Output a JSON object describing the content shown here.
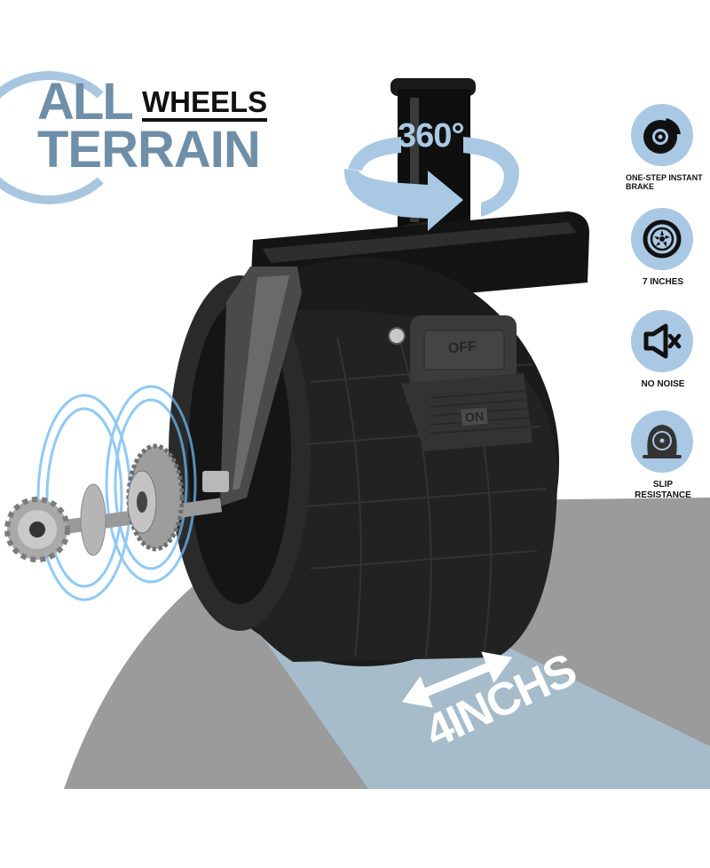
{
  "headline": {
    "line1": "ALL",
    "wheels": "WHEELS",
    "line2": "TERRAIN"
  },
  "rotation_badge": {
    "label": "360°",
    "icon": "rotation-arrow-icon"
  },
  "brake_pedal": {
    "off_label": "OFF",
    "on_label": "ON"
  },
  "features": [
    {
      "icon": "brake-disc-icon",
      "label": "ONE-STEP INSTANT BRAKE"
    },
    {
      "icon": "wheel-icon",
      "label": "7 INCHES"
    },
    {
      "icon": "mute-speaker-icon",
      "label": "NO NOISE"
    },
    {
      "icon": "tire-grip-icon",
      "label": "SLIP RESISTANCE"
    }
  ],
  "width_callout": {
    "label": "4INCHS",
    "icon": "double-arrow-icon"
  },
  "colors": {
    "accent_blue": "#a9c8e3",
    "headline_blue": "#6f8fa8",
    "ground_gray": "#9b9b9b",
    "track_blue": "#a6bccb",
    "tire_black": "#1c1c1c"
  }
}
